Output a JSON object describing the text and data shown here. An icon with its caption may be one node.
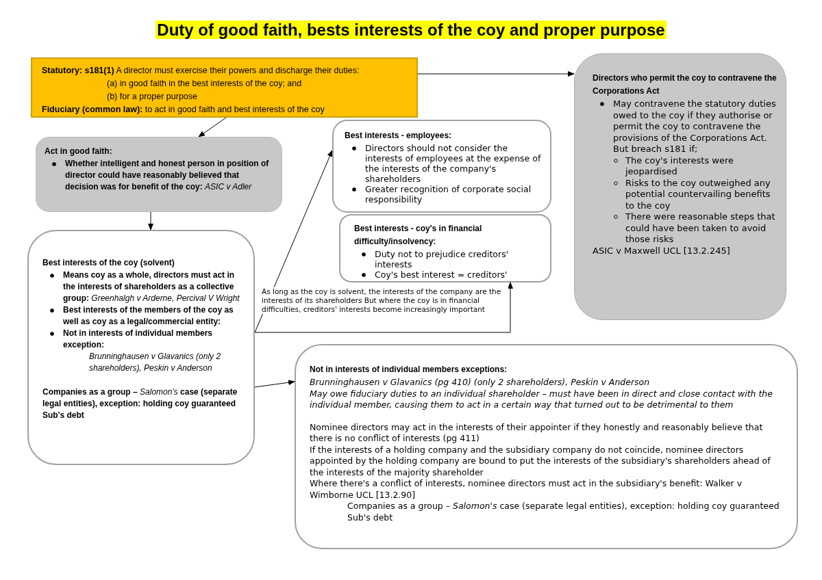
{
  "diagram": {
    "title": "Duty of good faith, bests interests of the coy and proper purpose",
    "nodes": [
      {
        "text": [
          "**Statutory: s181(1)** A director must exercise their powers and discharge their duties:",
          "(a) in good faith in the best interests of the coy; and",
          "(b) for a proper purpose",
          "**Fiduciary (common law):** to act in good faith and best interests of the coy"
        ]
      },
      {
        "text": [
          "Act in good faith:",
          "**Whether intelligent and honest person in position of director could have reasonably believed that decision was for benefit of the coy:** *ASIC v Adler*"
        ]
      },
      {
        "text": [
          "Best interests of the coy (solvent)",
          "**Means coy as a whole, directors must act in the interests of shareholders as a collective group:** *Greenhalgh v Arderne, Percival V Wright*",
          "Best interests of the members of the coy as well as coy as a legal/commercial entity:",
          "Not in interests of individual members exception:",
          "Brunninghausen v Glavanics (only 2 shareholders), Peskin v Anderson",
          "**Companies as a group –** *Salomon's* **case (separate legal entities), exception: holding coy guaranteed Sub's debt**"
        ]
      },
      {
        "text": [
          "Best interests - employees:",
          "Directors should not consider the interests of employees at the expense of the interests of the company's shareholders",
          "Greater recognition of corporate social responsibility"
        ]
      },
      {
        "text": [
          "Best interests - coy's in financial difficulty/insolvency:",
          "Duty not to prejudice creditors' interests",
          "Coy's best interest = creditors'"
        ]
      },
      {
        "text": [
          "Directors who permit the coy to contravene the Corporations Act",
          "May contravene the statutory duties owed to the coy if they authorise or permit the coy to contravene the provisions of the Corporations Act. But breach s181 if;",
          "The coy's interests were jeopardised",
          "Risks to the coy outweighed any potential countervailing benefits to the coy",
          "There were reasonable steps that could have been taken to avoid those risks",
          "ASIC v Maxwell UCL [13.2.245]"
        ]
      },
      {
        "text": [
          "Not in interests of individual members exceptions:",
          "Brunninghausen v Glavanics (pg 410)  (only 2 shareholders), Peskin v Anderson",
          "May owe fiduciary duties to an individual shareholder – must have been in direct and close contact with the individual member, causing them to act in a certain way that turned out to be detrimental to them",
          "Nominee directors may act in the interests of their appointer if they honestly and reasonably believe that there is no conflict of interests (pg 411)",
          "If the interests of a holding company and the subsidiary company do not coincide, nominee directors appointed by the holding company are bound to put the interests of the subsidiary's shareholders ahead of the interests of the majority shareholder",
          "Where there's a conflict of interests, nominee directors must act in the subsidiary's benefit: Walker v Wimborne UCL [13.2.90]",
          "Companies as a group – *Salomon's* case (separate legal entities), exception: holding coy guaranteed Sub's debt"
        ]
      }
    ],
    "edges": [
      {
        "from": 0,
        "to": 5,
        "arrow": "to"
      },
      {
        "from": 0,
        "to": 1,
        "arrow": "to"
      },
      {
        "from": 1,
        "to": 2,
        "arrow": "to"
      },
      {
        "from": 2,
        "to": 3,
        "arrow": "to"
      },
      {
        "from": 2,
        "to": 4,
        "arrow": "to",
        "label": "As long as the coy is solvent, the interests of the company are the interests of its shareholders But where the coy is in financial difficulties, creditors' interests become increasingly important"
      },
      {
        "from": 2,
        "to": 6,
        "arrow": "to"
      }
    ]
  }
}
